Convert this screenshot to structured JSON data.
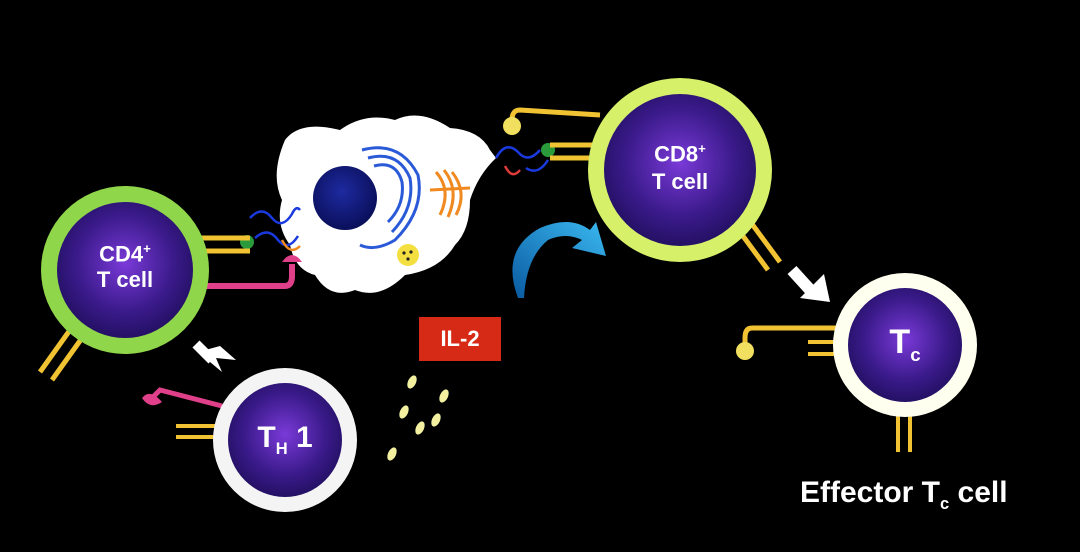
{
  "cells": {
    "cd4": {
      "name": "CD4",
      "superscript": "+",
      "line2": "T cell"
    },
    "cd8": {
      "name": "CD8",
      "superscript": "+",
      "line2": "T cell"
    },
    "th1": {
      "main": "T",
      "subscript": "H",
      "suffix": " 1"
    },
    "tc": {
      "main": "T",
      "subscript": "c"
    }
  },
  "cytokine": {
    "label": "IL-2"
  },
  "caption": {
    "prefix": "Effector T",
    "subscript": "c",
    "suffix": " cell"
  },
  "colors": {
    "background": "#000000",
    "cell_fill": "#3a1a8a",
    "cd4_ring": "#8fd64a",
    "cd8_ring": "#d6f06a",
    "effector_ring": "#fffff0",
    "receptor": "#f1c232",
    "cd4_coreceptor": "#e0408a",
    "il2_box": "#d62a16",
    "arrow_blue": "#1e9be0",
    "il2_dots": "#f3f0a0"
  }
}
